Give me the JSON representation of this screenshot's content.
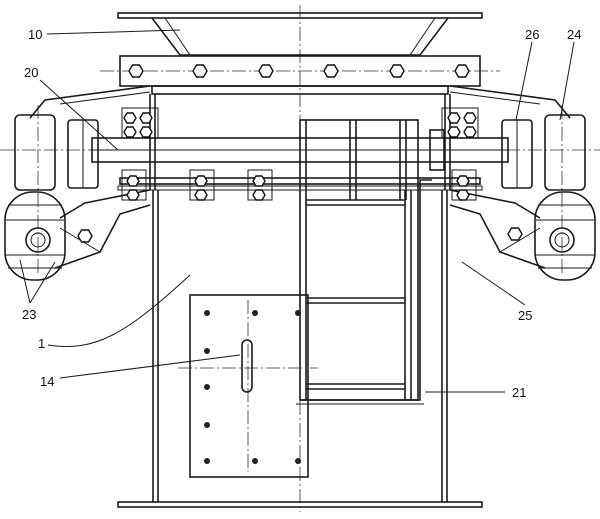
{
  "labels": {
    "l10": "10",
    "l20": "20",
    "l26": "26",
    "l24": "24",
    "l23": "23",
    "l25": "25",
    "l1": "1",
    "l14": "14",
    "l21": "21"
  },
  "colors": {
    "line": "#1a1a1a",
    "background": "#ffffff"
  }
}
